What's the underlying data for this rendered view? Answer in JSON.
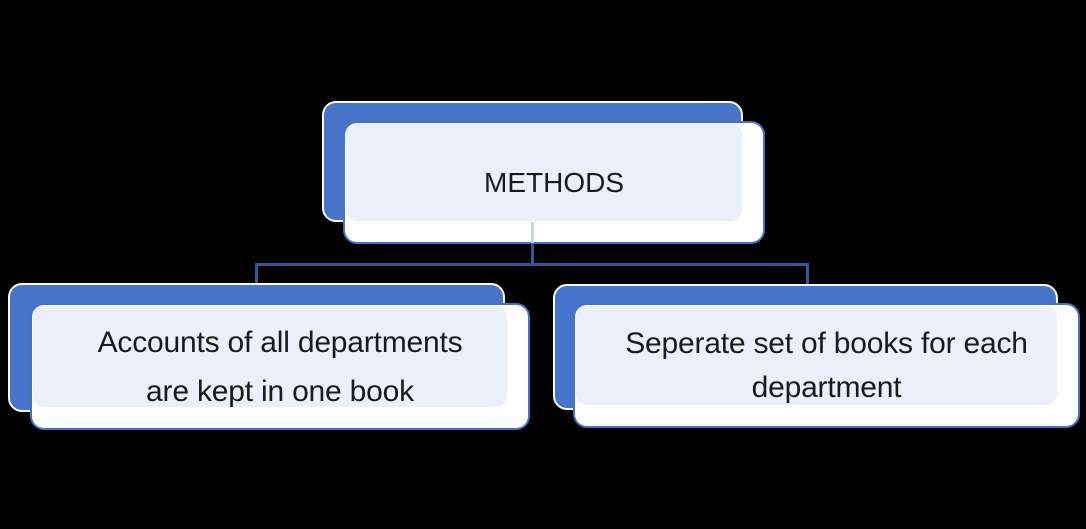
{
  "diagram": {
    "background": "#000000",
    "root": {
      "label": "METHODS"
    },
    "children": [
      {
        "id": "one-book",
        "lines": [
          "Accounts of all departments",
          "are kept in one book"
        ]
      },
      {
        "id": "separate-books",
        "lines": [
          "Seperate set of books for each",
          "department"
        ]
      }
    ],
    "colors": {
      "node_back_fill": "#4674C8",
      "node_back_outline": "#FCFCFC",
      "node_front_fill": "#FFFFFF",
      "node_panel_fill": "#EBEFF9",
      "node_border": "#4472C4",
      "connector": "#31569B",
      "text": "#1A1A1A"
    }
  }
}
